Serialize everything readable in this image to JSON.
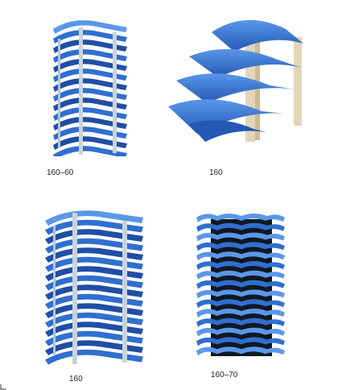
{
  "colors": {
    "louver_blue": "#2f6fd0",
    "louver_light": "#5a97ea",
    "louver_dark": "#1f4ea6",
    "frame_grey": "#c9d3de",
    "frame_beige": "#d9c8a4",
    "dark_fill": "#101820"
  },
  "products": [
    {
      "caption": "160–60"
    },
    {
      "caption": "160"
    },
    {
      "caption": "160"
    },
    {
      "caption": "160–70"
    }
  ]
}
